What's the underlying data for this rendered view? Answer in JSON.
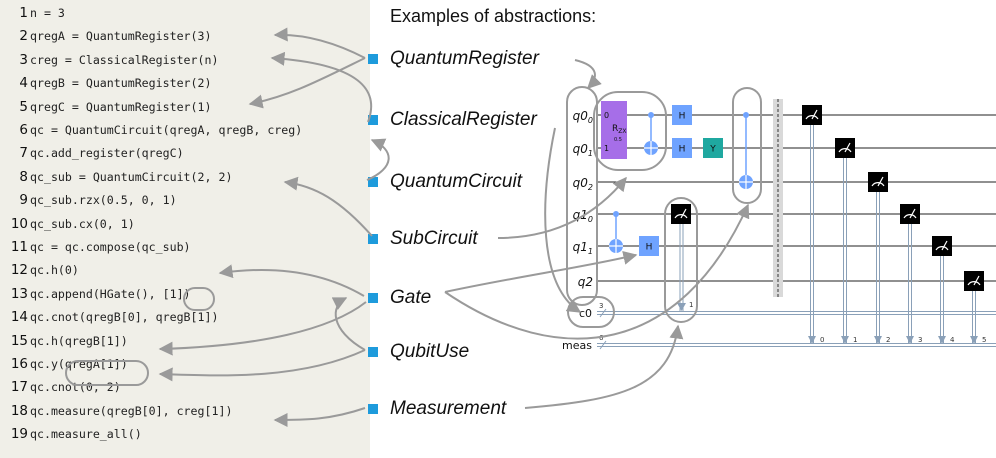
{
  "heading": "Examples of abstractions:",
  "code_lines": [
    {
      "num": "1",
      "text": "n = 3"
    },
    {
      "num": "2",
      "text": "qregA = QuantumRegister(3)"
    },
    {
      "num": "3",
      "text": "creg = ClassicalRegister(n)"
    },
    {
      "num": "4",
      "text": "qregB = QuantumRegister(2)"
    },
    {
      "num": "5",
      "text": "qregC = QuantumRegister(1)"
    },
    {
      "num": "6",
      "text": "qc = QuantumCircuit(qregA, qregB, creg)"
    },
    {
      "num": "7",
      "text": "qc.add_register(qregC)"
    },
    {
      "num": "8",
      "text": "qc_sub = QuantumCircuit(2, 2)"
    },
    {
      "num": "9",
      "text": "qc_sub.rzx(0.5, 0, 1)"
    },
    {
      "num": "10",
      "text": "qc_sub.cx(0, 1)"
    },
    {
      "num": "11",
      "text": "qc = qc.compose(qc_sub)"
    },
    {
      "num": "12",
      "text": "qc.h(0)"
    },
    {
      "num": "13",
      "text": "qc.append(HGate(), [1])"
    },
    {
      "num": "14",
      "text": "qc.cnot(qregB[0], qregB[1])"
    },
    {
      "num": "15",
      "text": "qc.h(qregB[1])"
    },
    {
      "num": "16",
      "text": "qc.y(qregA[1])"
    },
    {
      "num": "17",
      "text": "qc.cnot(0, 2)"
    },
    {
      "num": "18",
      "text": "qc.measure(qregB[0], creg[1])"
    },
    {
      "num": "19",
      "text": "qc.measure_all()"
    }
  ],
  "abstractions": [
    "QuantumRegister",
    "ClassicalRegister",
    "QuantumCircuit",
    "SubCircuit",
    "Gate",
    "QubitUse",
    "Measurement"
  ],
  "circuit": {
    "qubit_labels": [
      {
        "name": "q0",
        "sub": "0"
      },
      {
        "name": "q0",
        "sub": "1"
      },
      {
        "name": "q0",
        "sub": "2"
      },
      {
        "name": "q1",
        "sub": "0"
      },
      {
        "name": "q1",
        "sub": "1"
      },
      {
        "name": "q2",
        "sub": ""
      }
    ],
    "classical_labels": [
      "c0",
      "meas"
    ],
    "classical_sizes": [
      "3",
      "6"
    ],
    "rzx": {
      "label": "R",
      "sub": "ZX",
      "param": "0.5",
      "top": "0",
      "bottom": "1"
    },
    "h_label": "H",
    "y_label": "Y",
    "meas_small_labels": [
      "1"
    ],
    "meas_indices": [
      "0",
      "1",
      "2",
      "3",
      "4",
      "5"
    ],
    "colors": {
      "gate": "#6fa3ff",
      "rzx": "#a66ee8",
      "y": "#1fa8a0",
      "measure": "#000000",
      "accent": "#1e9bdc",
      "code_bg": "#f0efe8"
    }
  }
}
